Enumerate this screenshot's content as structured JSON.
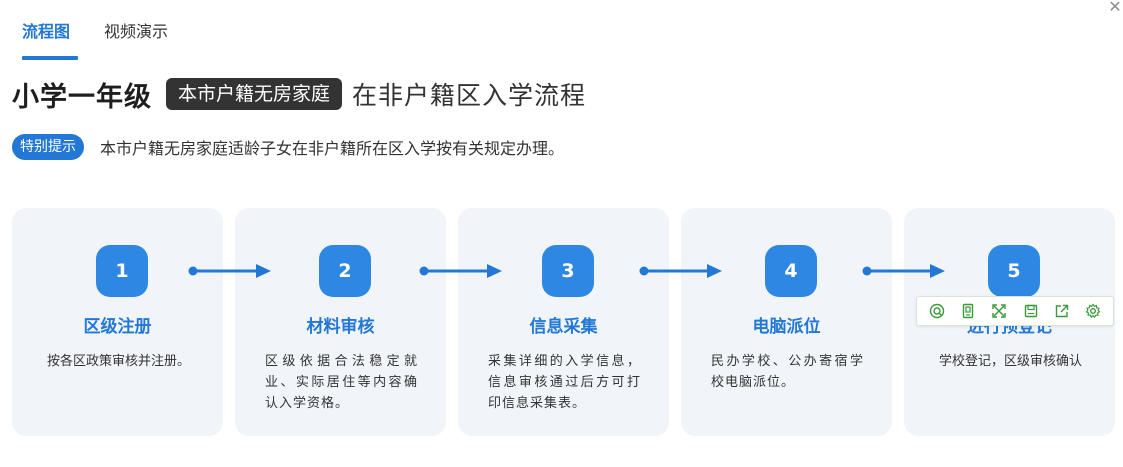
{
  "tabs": [
    {
      "label": "流程图"
    },
    {
      "label": "视频演示"
    }
  ],
  "title": {
    "main": "小学一年级",
    "tag": "本市户籍无房家庭",
    "rest": "在非户籍区入学流程"
  },
  "tip": {
    "badge": "特别提示",
    "text": "本市户籍无房家庭适龄子女在非户籍所在区入学按有关规定办理。"
  },
  "steps": [
    {
      "num": "1",
      "title": "区级注册",
      "desc": "按各区政策审核并注册。"
    },
    {
      "num": "2",
      "title": "材料审核",
      "desc": "区级依据合法稳定就业、实际居住等内容确认入学资格。"
    },
    {
      "num": "3",
      "title": "信息采集",
      "desc": "采集详细的入学信息，信息审核通过后方可打印信息采集表。"
    },
    {
      "num": "4",
      "title": "电脑派位",
      "desc": "民办学校、公办寄宿学校电脑派位。"
    },
    {
      "num": "5",
      "title": "进行预登记",
      "desc": "学校登记，区级审核确认"
    }
  ],
  "colors": {
    "accent": "#2378d6",
    "card_bg": "#f1f5fa",
    "tag_bg": "#333333",
    "toolbar_icon": "#3a9a3a"
  },
  "toolbar_icons": [
    "search-icon",
    "page-icon",
    "expand-icon",
    "save-icon",
    "share-icon",
    "settings-icon"
  ]
}
